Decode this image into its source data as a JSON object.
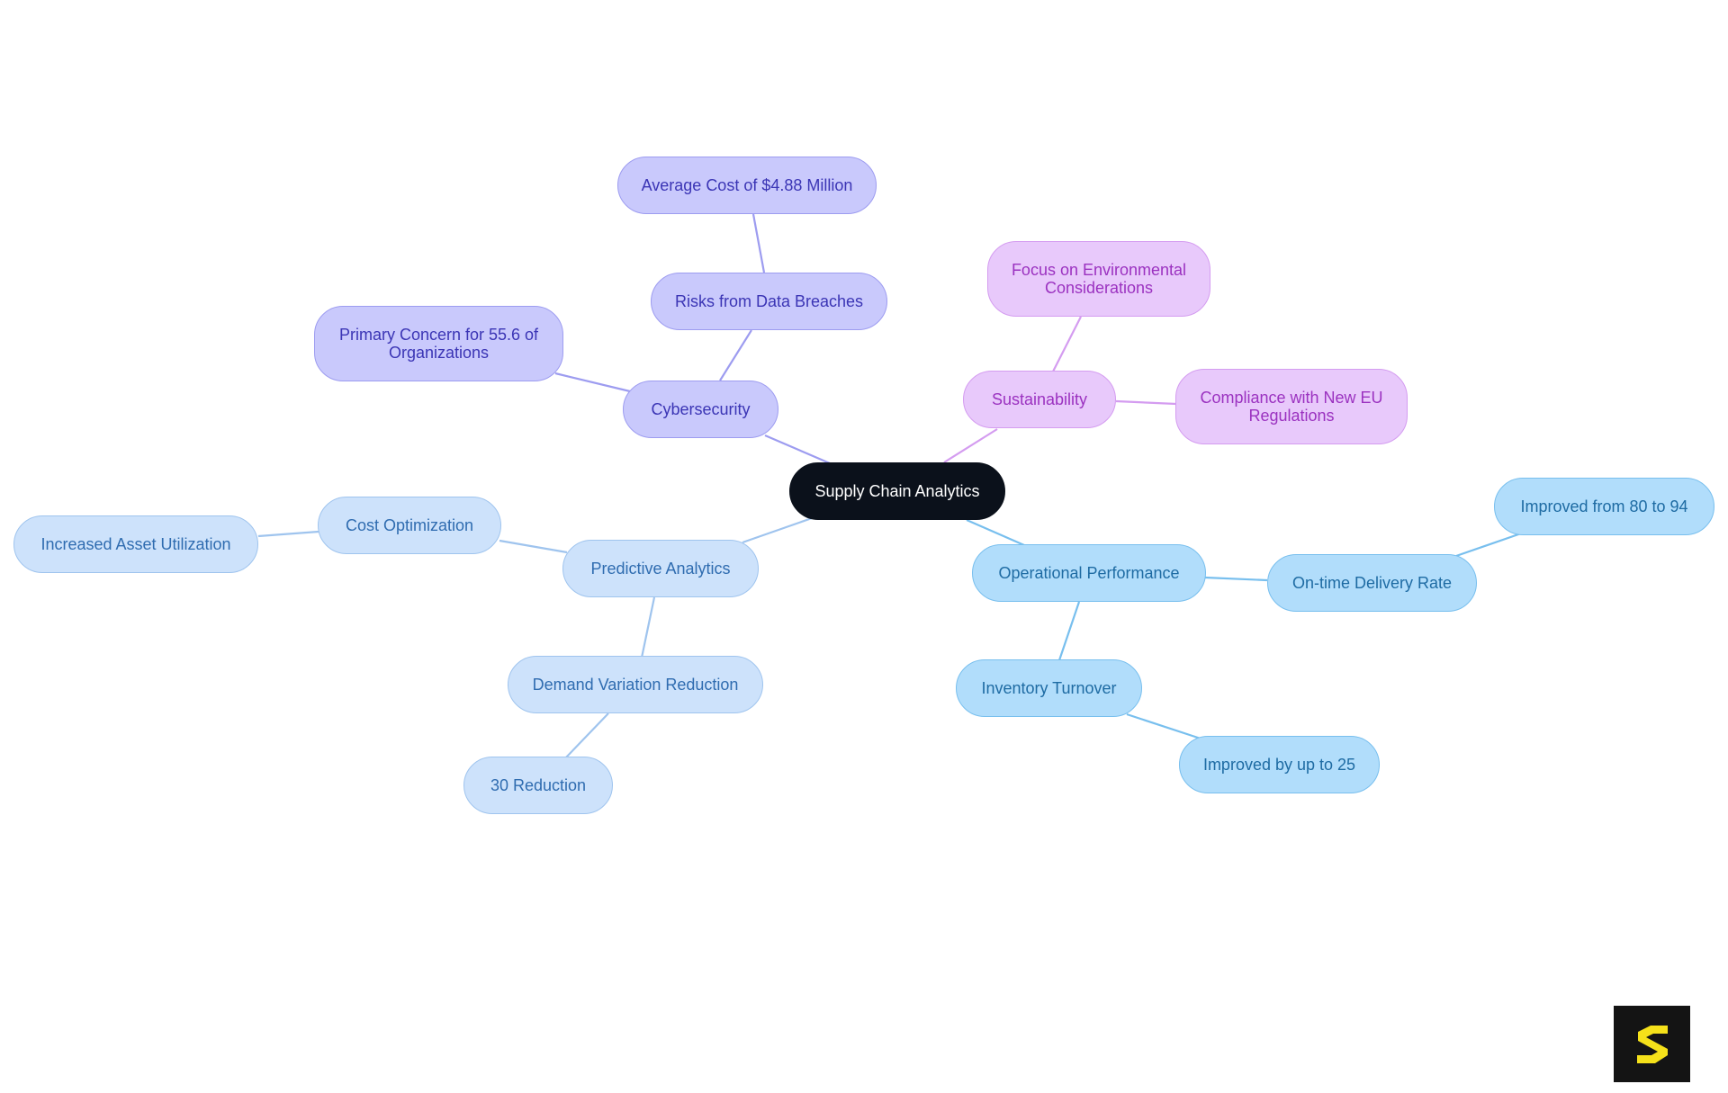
{
  "root": "Supply Chain Analytics",
  "branches": {
    "cybersecurity": {
      "label": "Cybersecurity",
      "risks": "Risks from Data Breaches",
      "cost": "Average Cost of $4.88 Million",
      "concern": "Primary Concern for 55.6 of Organizations"
    },
    "sustainability": {
      "label": "Sustainability",
      "environment": "Focus on Environmental Considerations",
      "compliance": "Compliance with New EU Regulations"
    },
    "predictive": {
      "label": "Predictive Analytics",
      "cost_opt": "Cost Optimization",
      "asset": "Increased Asset Utilization",
      "demand": "Demand Variation Reduction",
      "reduction": "30 Reduction"
    },
    "operational": {
      "label": "Operational Performance",
      "ontime": "On-time Delivery Rate",
      "improved_80": "Improved from 80 to 94",
      "inventory": "Inventory Turnover",
      "improved_25": "Improved by up to 25"
    }
  },
  "colors": {
    "root": "#0b111b",
    "cybersecurity": "#c9c9fc",
    "sustainability": "#e8c9fb",
    "predictive": "#cde2fb",
    "operational": "#b1ddfb",
    "logo_accent": "#f5e11a"
  }
}
